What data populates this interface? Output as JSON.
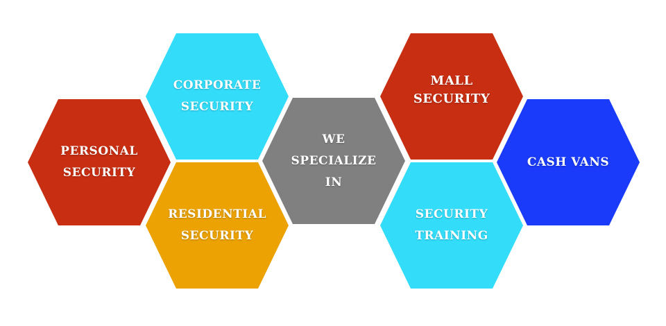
{
  "diagram": {
    "center": {
      "lines": [
        "WE SPECIALIZE",
        "IN"
      ],
      "color": "#808080"
    },
    "services": [
      {
        "id": "personal",
        "lines": [
          "PERSONAL",
          "SECURITY"
        ],
        "color": "#C82E12"
      },
      {
        "id": "corporate",
        "lines": [
          "CORPORATE",
          "SECURITY"
        ],
        "color": "#33DDFA"
      },
      {
        "id": "residential",
        "lines": [
          "RESIDENTIAL",
          "SECURITY"
        ],
        "color": "#EBA202"
      },
      {
        "id": "mall",
        "lines": [
          "MALL",
          "SECURITY"
        ],
        "color": "#C82E12"
      },
      {
        "id": "training",
        "lines": [
          "SECURITY",
          "TRAINING"
        ],
        "color": "#33DDFA"
      },
      {
        "id": "cashvans",
        "lines": [
          "CASH VANS"
        ],
        "color": "#1A3BFA"
      }
    ]
  }
}
